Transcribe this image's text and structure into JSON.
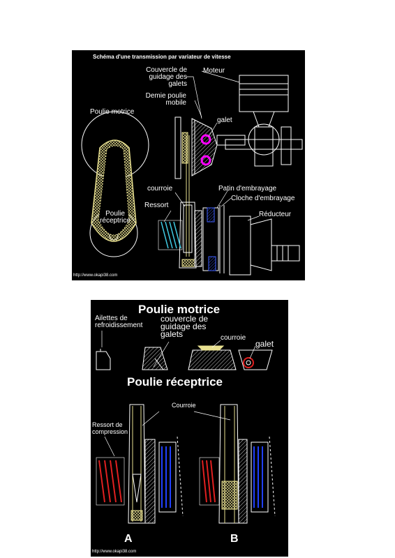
{
  "top": {
    "title": "Schéma d'une transmission par variateur de vitesse",
    "labels": {
      "couvercle": "Couvercle de\nguidage des\ngalets",
      "moteur": "Moteur",
      "demie_poulie": "Demie poulie\nmobile",
      "poulie_motrice": "Poulie motrice",
      "galet": "galet",
      "courroie": "courroie",
      "patin": "Patin d'embrayage",
      "ressort": "Ressort",
      "cloche": "Cloche d'embrayage",
      "poulie_receptrice": "Poulie\nréceptrice",
      "reducteur": "Réducteur"
    },
    "url": "http://www.okapi38.com"
  },
  "bottom": {
    "title_motrice": "Poulie motrice",
    "title_receptrice": "Poulie réceptrice",
    "labels": {
      "ailettes": "Ailettes de\nrefroidissement",
      "couvercle": "couvercle de\nguidage des\ngalets",
      "courroie": "courroie",
      "galet": "galet",
      "courroie2": "Courroie",
      "ressort": "Ressort de\ncompression",
      "a": "A",
      "b": "B"
    },
    "url": "http://www.okapi38.com"
  },
  "colors": {
    "background": "#000000",
    "belt": "#e8e090",
    "galet_magenta": "#ff00ff",
    "spring_cyan": "#40c8e0",
    "spring_red": "#e02020",
    "clutch_blue": "#2040ff",
    "line": "#ffffff"
  }
}
